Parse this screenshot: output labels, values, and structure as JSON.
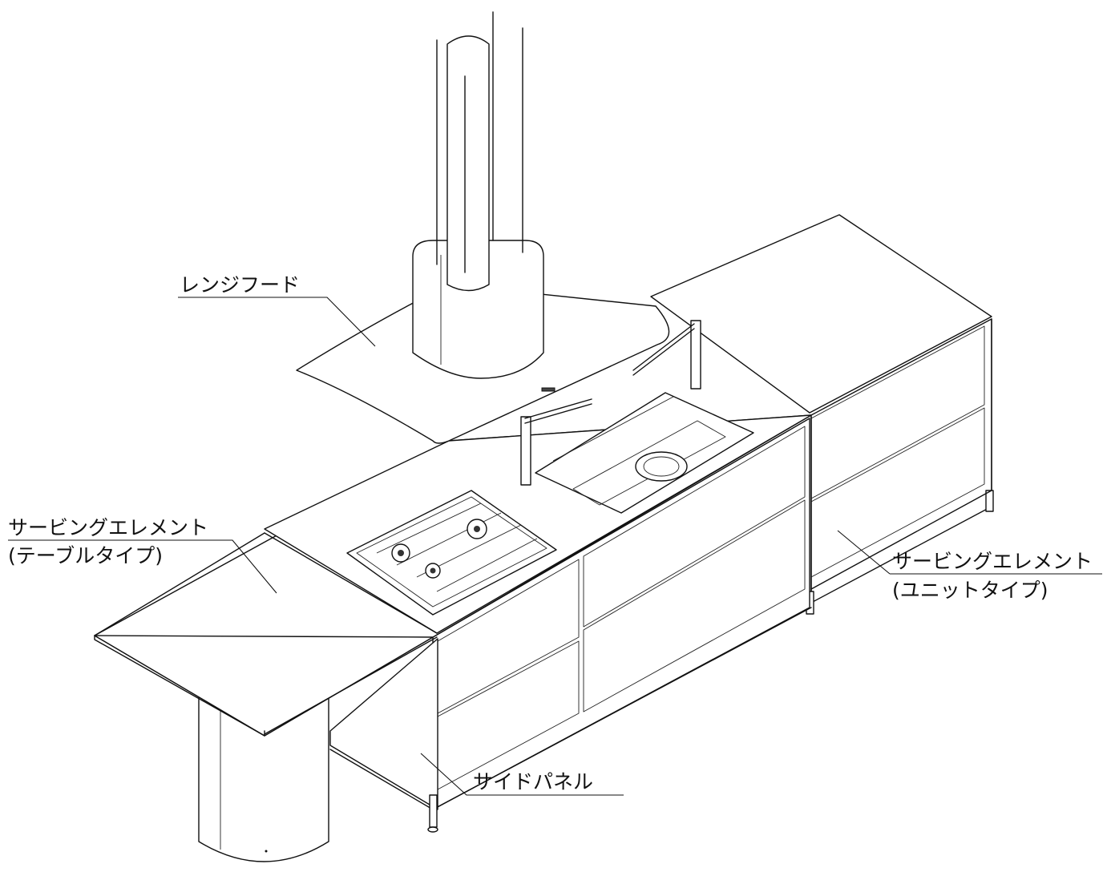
{
  "labels": {
    "range_hood": "レンジフード",
    "serving_table_line1": "サービングエレメント",
    "serving_table_line2": "(テーブルタイプ)",
    "serving_unit_line1": "サービングエレメント",
    "serving_unit_line2": "(ユニットタイプ)",
    "side_panel": "サイドパネル"
  }
}
